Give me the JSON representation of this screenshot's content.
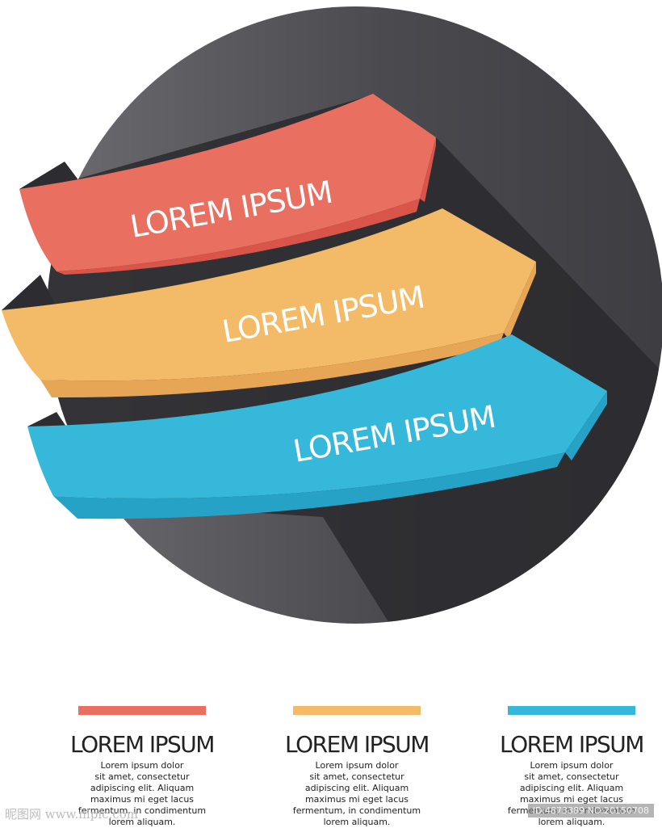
{
  "ribbons": [
    {
      "label": "LOREM IPSUM",
      "color": "#E96F60",
      "shade": "#D9554A"
    },
    {
      "label": "LOREM IPSUM",
      "color": "#F3BB67",
      "shade": "#E6A655"
    },
    {
      "label": "LOREM IPSUM",
      "color": "#35B8DA",
      "shade": "#27A2C7"
    }
  ],
  "columns": [
    {
      "title": "LOREM IPSUM",
      "color": "#E96F60",
      "body": "Lorem ipsum dolor\nsit amet,  consectetur\nadipiscing elit. Aliquam\nmaximus mi  eget lacus\nfermentum,  in  condimentum\nlorem aliquam."
    },
    {
      "title": "LOREM IPSUM",
      "color": "#F3BB67",
      "body": "Lorem ipsum dolor\nsit amet,  consectetur\nadipiscing elit. Aliquam\nmaximus mi  eget lacus\nfermentum,  in  condimentum\nlorem aliquam."
    },
    {
      "title": "LOREM IPSUM",
      "color": "#35B8DA",
      "body": "Lorem ipsum dolor\nsit amet,  consectetur\nadipiscing elit. Aliquam\nmaximus mi  eget lacus\nfermentum,  in  condimentum\nlorem aliquam."
    }
  ],
  "watermark": {
    "left": "昵图网 www.nipic.com",
    "right": "ID:4873389 NO:20150708"
  }
}
